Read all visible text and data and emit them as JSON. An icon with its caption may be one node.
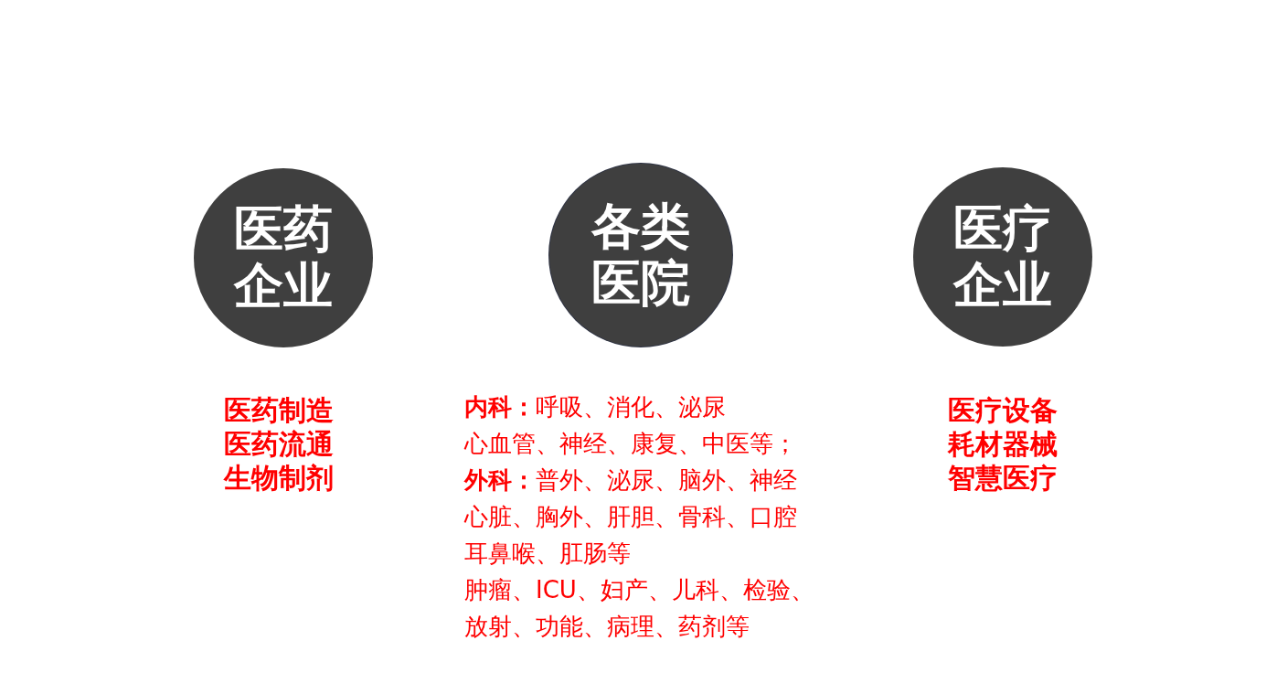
{
  "diagram": {
    "nodes": [
      {
        "text": [
          "医药企业"
        ],
        "beside": [
          "医药制造",
          "医药流通",
          "生物制剂"
        ]
      },
      {
        "text": [
          "各类医院"
        ],
        "beside": [
          "**内科：**呼吸、消化、泌尿",
          "心血管、神经、康复、中医等；",
          "**外科：**普外、泌尿、脑外、神经",
          "心脏、胸外、肝胆、骨科、口腔",
          "耳鼻喉、肛肠等",
          "肿瘤、ICU、妇产、儿科、检验、",
          "放射、功能、病理、药剂等"
        ]
      },
      {
        "text": [
          "医疗企业"
        ],
        "beside": [
          "医疗设备",
          "耗材器械",
          "智慧医疗"
        ]
      }
    ]
  }
}
